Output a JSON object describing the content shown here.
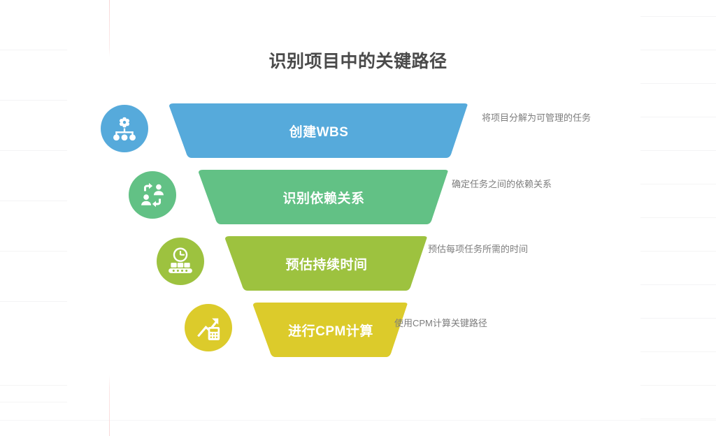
{
  "document": {
    "title": "识别项目中的关键路径",
    "background": {
      "page_color": "#ffffff",
      "rule_color": "#f4f4f5",
      "margin_line_color": "#f7d6d6"
    }
  },
  "funnel": {
    "type": "funnel",
    "stages": [
      {
        "index": 1,
        "label": "创建WBS",
        "description": "将项目分解为可管理的任务",
        "color": "#56aadb",
        "icon": "wbs-hierarchy-gear-icon"
      },
      {
        "index": 2,
        "label": "识别依赖关系",
        "description": "确定任务之间的依赖关系",
        "color": "#62c185",
        "icon": "people-exchange-arrows-icon"
      },
      {
        "index": 3,
        "label": "预估持续时间",
        "description": "预估每项任务所需的时间",
        "color": "#9dc23f",
        "icon": "clock-conveyor-belt-icon"
      },
      {
        "index": 4,
        "label": "进行CPM计算",
        "description": "使用CPM计算关键路径",
        "color": "#dccb2b",
        "icon": "trend-arrow-calculator-icon"
      }
    ]
  }
}
